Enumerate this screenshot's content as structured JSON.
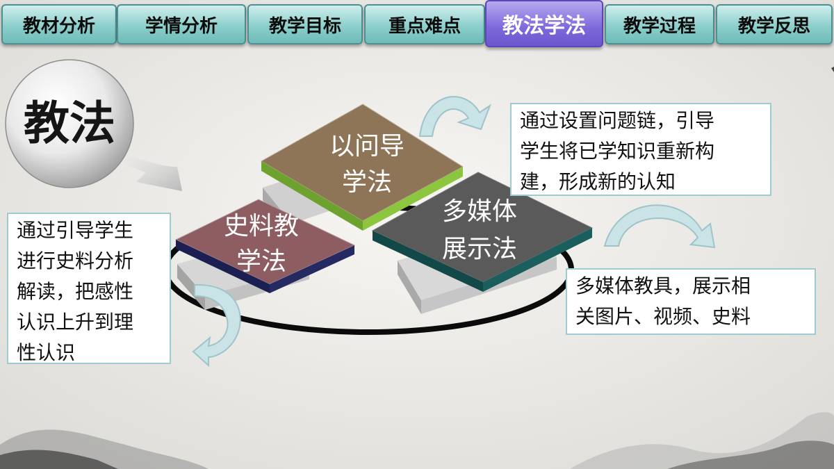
{
  "tabs": [
    {
      "label": "教材分析",
      "active": false
    },
    {
      "label": "学情分析",
      "active": false
    },
    {
      "label": "教学目标",
      "active": false
    },
    {
      "label": "重点难点",
      "active": false
    },
    {
      "label": "教法学法",
      "active": true
    },
    {
      "label": "教学过程",
      "active": false
    },
    {
      "label": "教学反思",
      "active": false
    }
  ],
  "title": "教法",
  "methods": [
    {
      "line1": "以问导",
      "line2": "学法",
      "color": "#8e7558"
    },
    {
      "line1": "史料教",
      "line2": "学法",
      "color": "#8d5d62"
    },
    {
      "line1": "多媒体",
      "line2": "展示法",
      "color": "#5a5a5a"
    }
  ],
  "descriptions": {
    "top": [
      "通过设置问题链，引导",
      "学生将已学知识重新构",
      "建，形成新的认知"
    ],
    "left": [
      "通过引导学生",
      "进行史料分析",
      "解读，把感性",
      "认识上升到理",
      "性认识"
    ],
    "bottom_right": [
      "多媒体教具，展示相",
      "关图片、视频、史料"
    ]
  },
  "colors": {
    "tab": "#8ccfcc",
    "tab_active": "#7d68db",
    "edge_green": "#8cc63f",
    "edge_navy": "#262a63",
    "edge_teal": "#1a5e5e",
    "arrow": "#c9e3e6"
  }
}
